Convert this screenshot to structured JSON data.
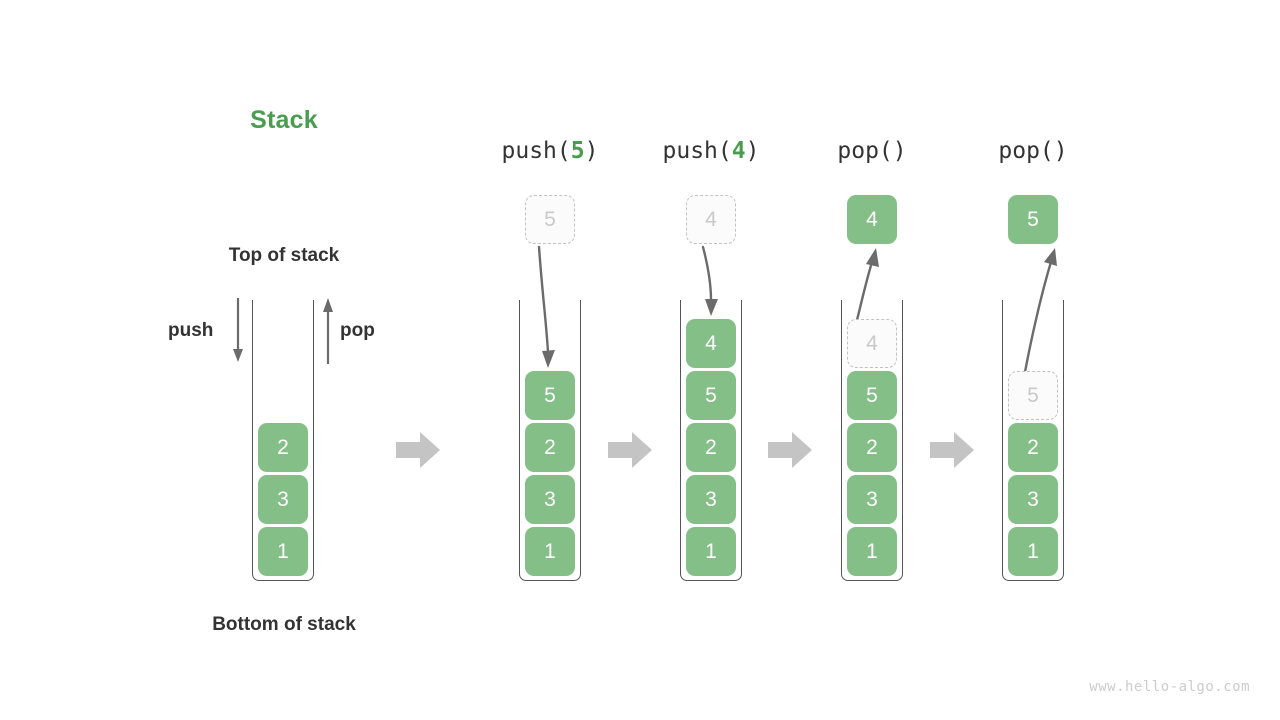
{
  "diagram": {
    "title": "Stack",
    "top_label": "Top of stack",
    "bottom_label": "Bottom of stack",
    "push_label": "push",
    "pop_label": "pop",
    "watermark": "www.hello-algo.com",
    "colors": {
      "element_green": "#84bf88",
      "title_green": "#4a9c4f",
      "ghost_border": "#c2c2c2",
      "ghost_text": "#c9c9c9",
      "container_stroke": "#555555",
      "arrow_gray": "#6b6b6b",
      "separator_gray": "#c4c4c4",
      "text_dark": "#333333",
      "watermark_gray": "#cccccc"
    }
  },
  "reference_stack": {
    "name": "initial-stack",
    "elements": [
      "2",
      "3",
      "1"
    ],
    "push_arrow": "down",
    "pop_arrow": "up"
  },
  "steps": [
    {
      "id": "step-push-5",
      "caption_prefix": "push(",
      "caption_arg": "5",
      "caption_suffix": ")",
      "caption_full": "push(5)",
      "operation": "push",
      "operand": "5",
      "floating_box": {
        "value": "5",
        "style": "ghost",
        "position": "above"
      },
      "motion": "down-into-stack",
      "elements": [
        "5",
        "2",
        "3",
        "1"
      ],
      "ghost_inside": null
    },
    {
      "id": "step-push-4",
      "caption_prefix": "push(",
      "caption_arg": "4",
      "caption_suffix": ")",
      "caption_full": "push(4)",
      "operation": "push",
      "operand": "4",
      "floating_box": {
        "value": "4",
        "style": "ghost",
        "position": "above"
      },
      "motion": "down-into-stack",
      "elements": [
        "4",
        "5",
        "2",
        "3",
        "1"
      ],
      "ghost_inside": null
    },
    {
      "id": "step-pop-1",
      "caption_prefix": "pop(",
      "caption_arg": "",
      "caption_suffix": ")",
      "caption_full": "pop()",
      "operation": "pop",
      "operand": "",
      "floating_box": {
        "value": "4",
        "style": "solid",
        "position": "above"
      },
      "motion": "up-out-of-stack",
      "elements": [
        "5",
        "2",
        "3",
        "1"
      ],
      "ghost_inside": {
        "value": "4",
        "slot": 0
      }
    },
    {
      "id": "step-pop-2",
      "caption_prefix": "pop(",
      "caption_arg": "",
      "caption_suffix": ")",
      "caption_full": "pop()",
      "operation": "pop",
      "operand": "",
      "floating_box": {
        "value": "5",
        "style": "solid",
        "position": "above"
      },
      "motion": "up-out-of-stack",
      "elements": [
        "2",
        "3",
        "1"
      ],
      "ghost_inside": {
        "value": "5",
        "slot": 0
      }
    }
  ],
  "separators": [
    "arrow-right",
    "arrow-right",
    "arrow-right",
    "arrow-right"
  ]
}
